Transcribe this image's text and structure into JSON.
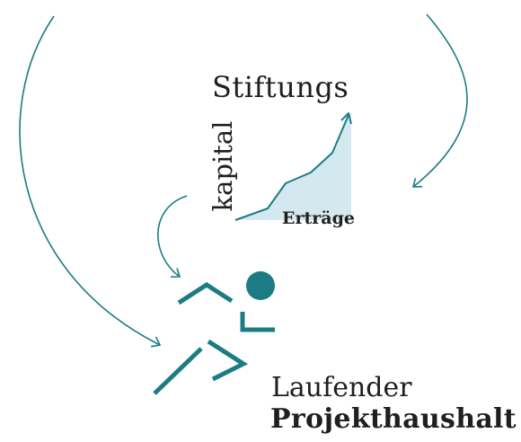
{
  "diagram": {
    "title_top": "Stiftungs",
    "title_side": "kapital",
    "returns_label": "Erträge",
    "runner_caption_line1": "Laufender",
    "runner_caption_line2": "Projekthaushalt"
  },
  "colors": {
    "accent": "#1b7c84",
    "area_fill": "#d3e8ef",
    "text": "#1f1f1f"
  },
  "icons": [
    "runner-icon",
    "growth-line-icon",
    "arrow-icon"
  ]
}
